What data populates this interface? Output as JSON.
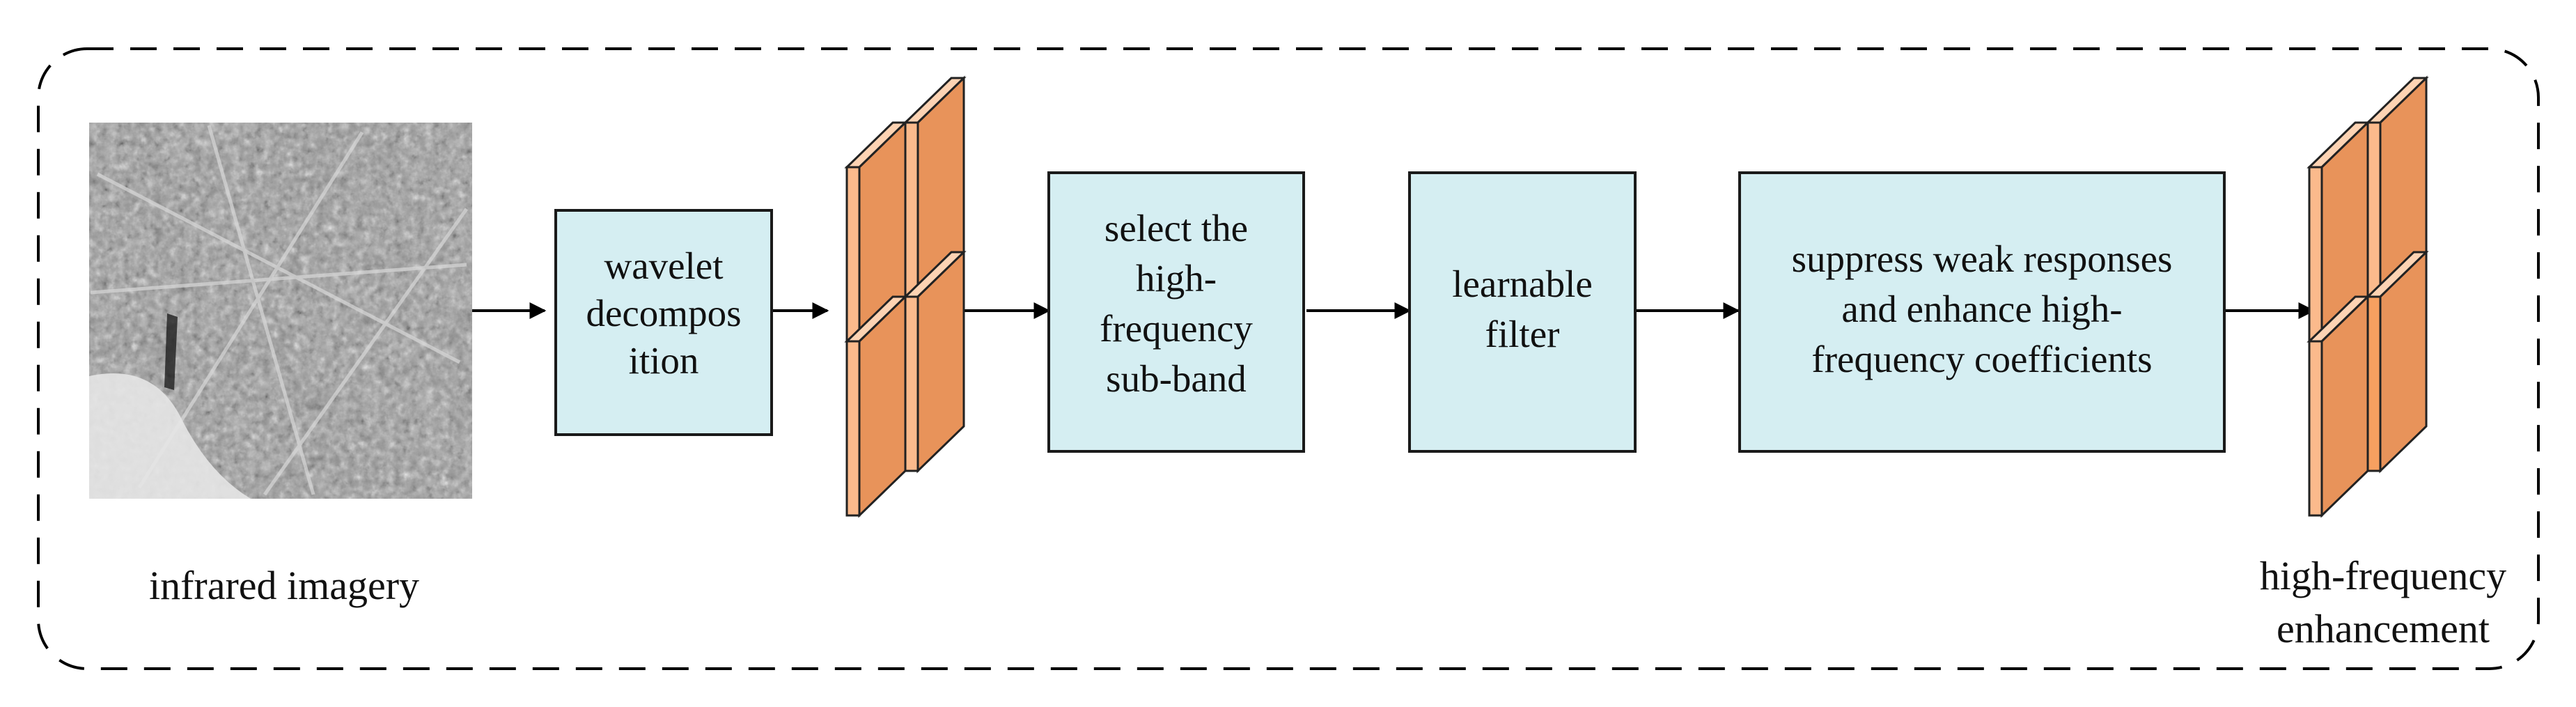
{
  "colors": {
    "box_fill": "#d5eef2",
    "box_stroke": "#1a1a1a",
    "feature_front": "#fbba8c",
    "feature_front_dark": "#f7a060",
    "feature_side": "#e8935a",
    "feature_top": "#fdd3b3",
    "arrow": "#000000",
    "frame": "#000000"
  },
  "input": {
    "caption": "infrared imagery",
    "image_kind": "grayscale infrared aerial texture"
  },
  "steps": [
    {
      "id": "wavelet",
      "lines": [
        "wavelet",
        "decompos",
        "ition"
      ]
    },
    {
      "id": "select",
      "lines": [
        "select the",
        "high-",
        "frequency",
        "sub-band"
      ]
    },
    {
      "id": "filter",
      "lines": [
        "learnable",
        "filter"
      ]
    },
    {
      "id": "enhance",
      "lines": [
        "suppress weak responses",
        "and enhance high-",
        "frequency coefficients"
      ]
    }
  ],
  "output": {
    "caption_lines": [
      "high-frequency",
      "enhancement"
    ]
  }
}
